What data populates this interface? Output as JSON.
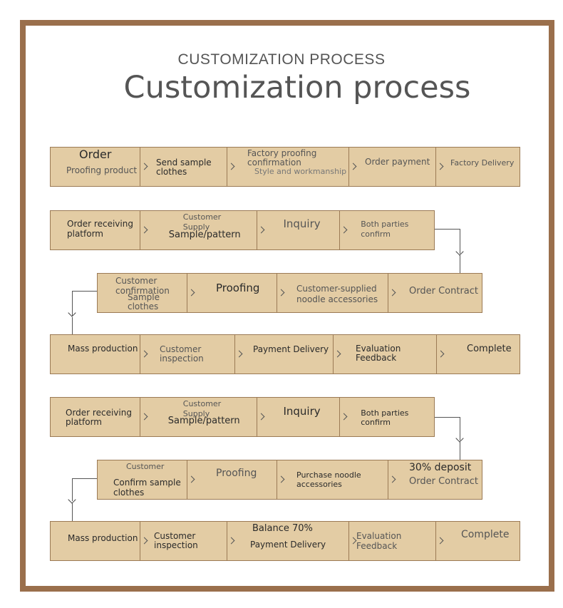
{
  "title_upper": "CUSTOMIZATION PROCESS",
  "title_main": "Customization process",
  "rows": [
    {
      "cells": [
        [
          "Order",
          "Proofing product"
        ],
        [
          "Send sample",
          "clothes"
        ],
        [
          "Factory proofing",
          "confirmation",
          "Style and workmanship"
        ],
        [
          "Order payment"
        ],
        [
          "Factory Delivery"
        ]
      ]
    },
    {
      "cells": [
        [
          "Order receiving",
          "platform"
        ],
        [
          "Customer",
          "Supply",
          "Sample/pattern"
        ],
        [
          "Inquiry"
        ],
        [
          "Both parties",
          "confirm"
        ]
      ]
    },
    {
      "cells": [
        [
          "Customer",
          "confirmation",
          "Sample",
          "clothes"
        ],
        [
          "Proofing"
        ],
        [
          "Customer-supplied",
          "noodle accessories"
        ],
        [
          "Order Contract"
        ]
      ]
    },
    {
      "cells": [
        [
          "Mass production"
        ],
        [
          "Customer",
          "inspection"
        ],
        [
          "Payment Delivery"
        ],
        [
          "Evaluation",
          "Feedback"
        ],
        [
          "Complete"
        ]
      ]
    },
    {
      "cells": [
        [
          "Order receiving",
          "platform"
        ],
        [
          "Customer",
          "Supply",
          "Sample/pattern"
        ],
        [
          "Inquiry"
        ],
        [
          "Both parties",
          "confirm"
        ]
      ]
    },
    {
      "cells": [
        [
          "Customer",
          "Confirm sample",
          "clothes"
        ],
        [
          "Proofing"
        ],
        [
          "Purchase noodle",
          "accessories"
        ],
        [
          "30% deposit",
          "Order Contract"
        ]
      ]
    },
    {
      "cells": [
        [
          "Mass production"
        ],
        [
          "Customer",
          "inspection"
        ],
        [
          "Balance 70%",
          "Payment Delivery"
        ],
        [
          "Evaluation",
          "Feedback"
        ],
        [
          "Complete"
        ]
      ]
    }
  ]
}
